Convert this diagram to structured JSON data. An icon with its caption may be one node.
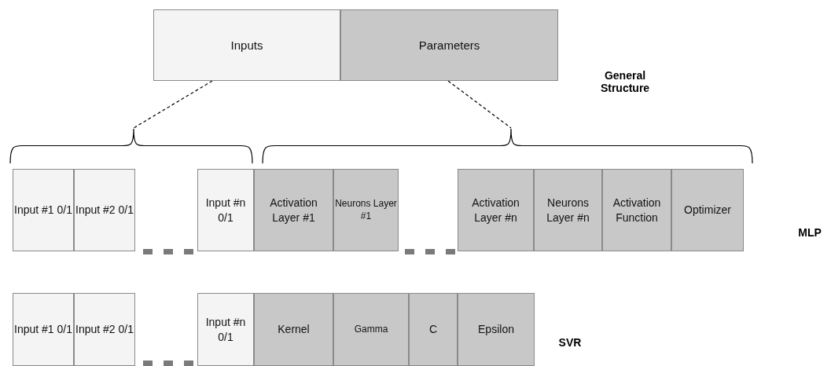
{
  "diagram": {
    "nodes": [
      {
        "text": [
          "Inputs"
        ]
      },
      {
        "text": [
          "Parameters"
        ]
      },
      {
        "text": [],
        "shape": "bracket"
      },
      {
        "text": [],
        "shape": "bracket"
      },
      {
        "text": [
          "Input #1 0/1"
        ]
      },
      {
        "text": [
          "Input #2 0/1"
        ]
      },
      {
        "text": [
          "Input #n 0/1"
        ]
      },
      {
        "text": [
          "Activation Layer #1"
        ]
      },
      {
        "text": [
          "Neurons Layer #1"
        ]
      },
      {
        "text": [
          "Activation Layer #n"
        ]
      },
      {
        "text": [
          "Neurons Layer #n"
        ]
      },
      {
        "text": [
          "Activation Function"
        ]
      },
      {
        "text": [
          "Optimizer"
        ]
      },
      {
        "text": [
          "Input #1 0/1"
        ]
      },
      {
        "text": [
          "Input #2 0/1"
        ]
      },
      {
        "text": [
          "Input #n 0/1"
        ]
      },
      {
        "text": [
          "Kernel"
        ]
      },
      {
        "text": [
          "Gamma"
        ]
      },
      {
        "text": [
          "C"
        ]
      },
      {
        "text": [
          "Epsilon"
        ]
      }
    ],
    "edges": [
      {
        "from": 0,
        "to": 2,
        "arrow": "none",
        "style": "dashed"
      },
      {
        "from": 1,
        "to": 3,
        "arrow": "none",
        "style": "dashed"
      }
    ],
    "labels": [
      "General Structure",
      "MLP",
      "SVR"
    ]
  }
}
